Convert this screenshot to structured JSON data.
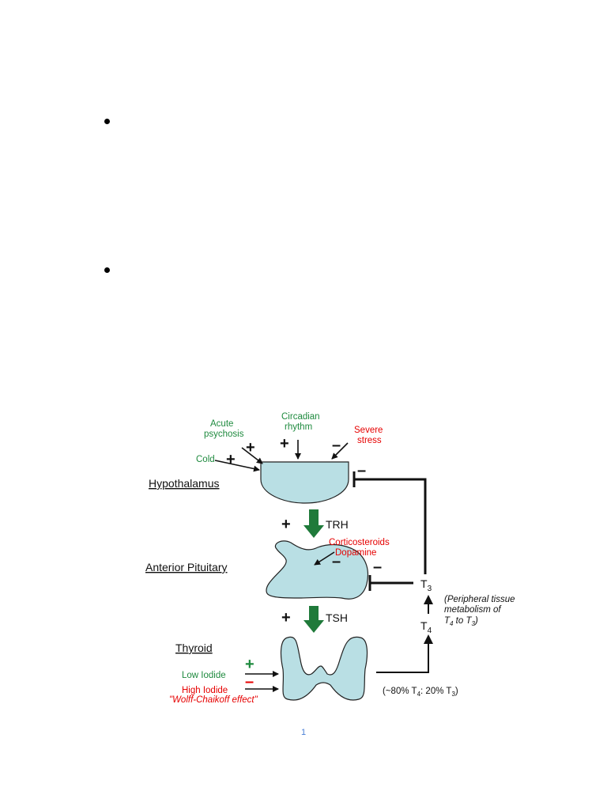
{
  "diagram": {
    "organs": {
      "hypothalamus": "Hypothalamus",
      "anterior_pituitary": "Anterior Pituitary",
      "thyroid": "Thyroid"
    },
    "hormones": {
      "trh": "TRH",
      "tsh": "TSH",
      "t3": "T",
      "t3_sub": "3",
      "t4": "T",
      "t4_sub": "4"
    },
    "hypothalamus_inputs": {
      "acute_psychosis_line1": "Acute",
      "acute_psychosis_line2": "psychosis",
      "circadian_line1": "Circadian",
      "circadian_line2": "rhythm",
      "cold": "Cold",
      "severe_stress_line1": "Severe",
      "severe_stress_line2": "stress"
    },
    "pituitary_inhibitors": {
      "line1": "Corticosteroids",
      "line2": "Dopamine"
    },
    "thyroid_inputs": {
      "low_iodide": "Low Iodide",
      "high_iodide": "High Iodide",
      "wolff_chaikoff": "\"Wolff-Chaikoff effect\""
    },
    "peripheral_note": {
      "line1": "(Peripheral tissue",
      "line2": "metabolism of",
      "line3_a": "T",
      "line3_sub1": "4",
      "line3_b": " to T",
      "line3_sub2": "3",
      "line3_c": ")"
    },
    "ratio_note": {
      "part1": "(~80% T",
      "sub1": "4",
      "part2": ": 20% T",
      "sub2": "3",
      "part3": ")"
    },
    "signs": {
      "plus": "+",
      "minus": "–"
    },
    "colors": {
      "organ_fill": "#b9dfe4",
      "arrow_green": "#1f7a3a",
      "text_green": "#1e8a3e",
      "text_red": "#e60000"
    }
  },
  "footer": {
    "page_number": "1"
  }
}
